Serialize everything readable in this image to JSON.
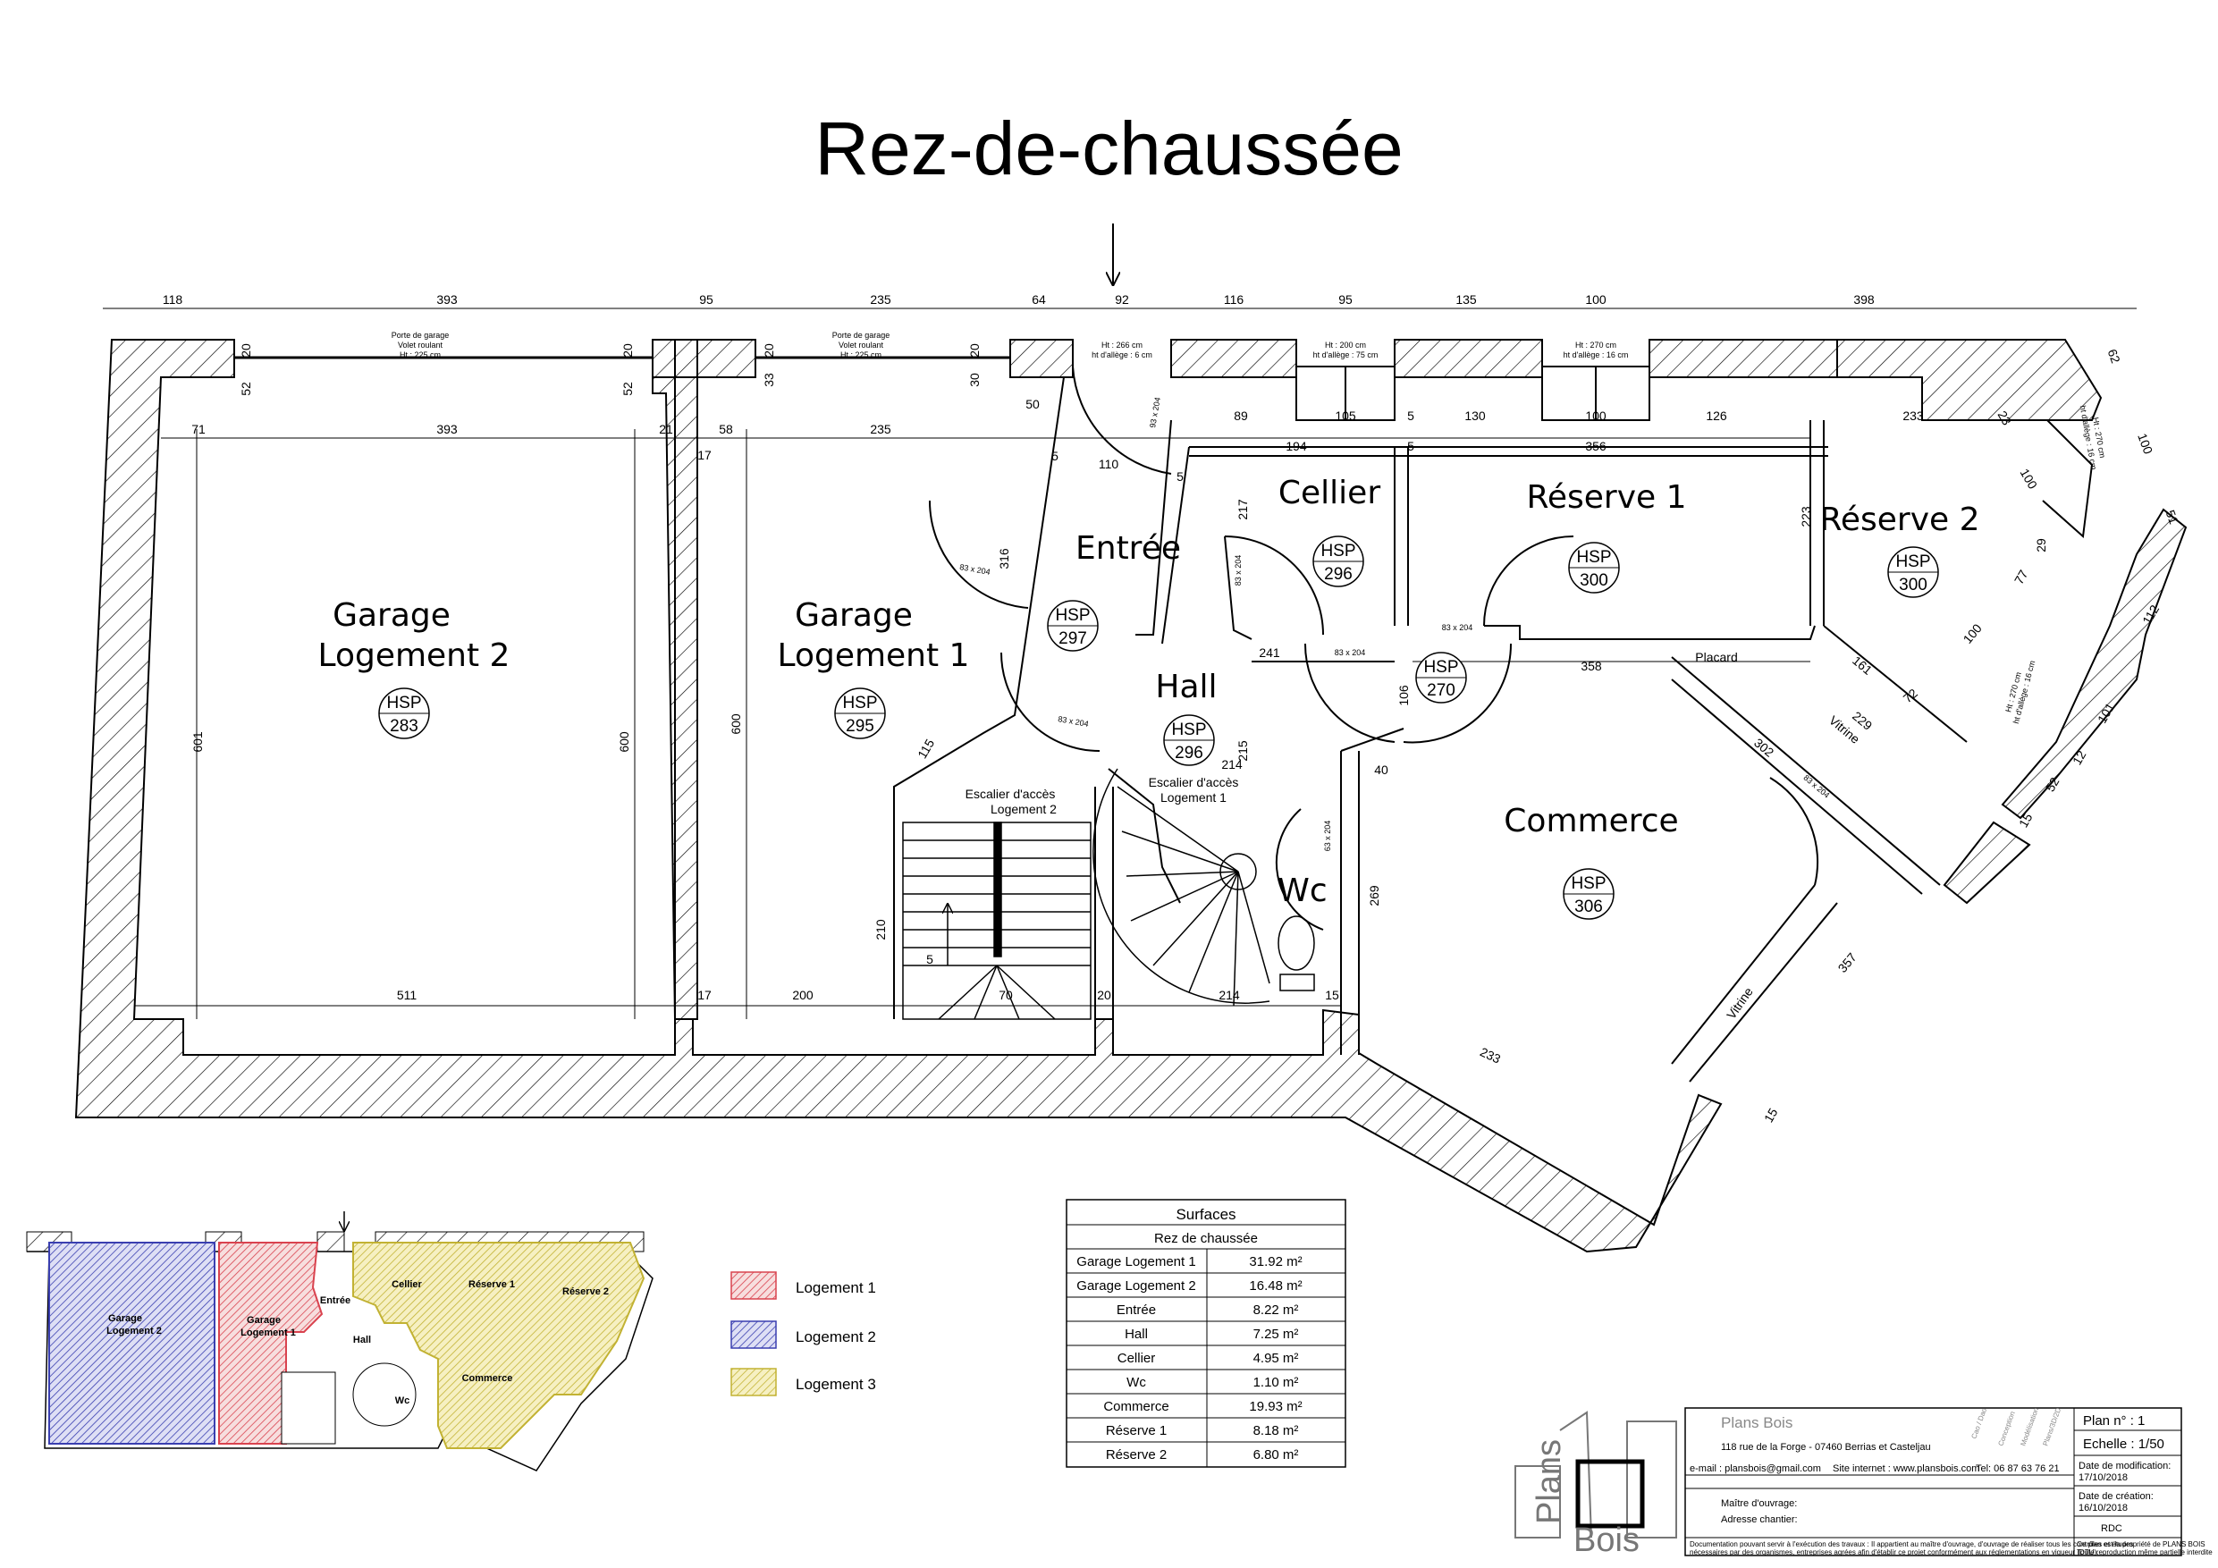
{
  "title": "Rez-de-chaussée",
  "rooms": {
    "garage2": {
      "line1": "Garage",
      "line2": "Logement 2",
      "hsp": "283"
    },
    "garage1": {
      "line1": "Garage",
      "line2": "Logement 1",
      "hsp": "295"
    },
    "entree": {
      "name": "Entrée",
      "hsp": "297"
    },
    "cellier": {
      "name": "Cellier",
      "hsp": "296"
    },
    "reserve1": {
      "name": "Réserve 1",
      "hsp": "300"
    },
    "reserve2": {
      "name": "Réserve 2",
      "hsp": "300"
    },
    "hall": {
      "name": "Hall",
      "hsp": "296"
    },
    "hsp270": {
      "hsp": "270"
    },
    "wc": {
      "name": "Wc"
    },
    "commerce": {
      "name": "Commerce",
      "hsp": "306"
    }
  },
  "hsp_label": "HSP",
  "dims_top": [
    "118",
    "393",
    "95",
    "235",
    "64",
    "92",
    "116",
    "95",
    "135",
    "100",
    "398"
  ],
  "dims_inner": [
    "71",
    "393",
    "21",
    "58",
    "235",
    "89",
    "105",
    "5",
    "130",
    "100",
    "126",
    "233",
    "194",
    "5",
    "356",
    "17"
  ],
  "dims_misc": [
    "20",
    "52",
    "20",
    "52",
    "20",
    "33",
    "30",
    "20",
    "50",
    "5",
    "110",
    "316",
    "217",
    "5",
    "223",
    "601",
    "600",
    "600",
    "83 x 204",
    "83 x 204",
    "83 x 204",
    "83 x 204",
    "83 x 204",
    "83 x 204",
    "93 x 204",
    "63 x 204",
    "241",
    "358",
    "106",
    "215",
    "214",
    "40",
    "269",
    "210",
    "115",
    "5",
    "511",
    "17",
    "200",
    "70",
    "20",
    "214",
    "15",
    "233",
    "357",
    "161",
    "229",
    "302",
    "72",
    "100",
    "77",
    "29",
    "100",
    "23",
    "62",
    "100",
    "51",
    "112",
    "101",
    "52",
    "12",
    "15",
    "15"
  ],
  "openings": {
    "garage2_door": [
      "Porte de garage",
      "Volet roulant",
      "Ht : 225 cm"
    ],
    "garage1_door": [
      "Porte de garage",
      "Volet roulant",
      "Ht : 225 cm"
    ],
    "entry": [
      "Ht : 266 cm",
      "ht d'allège : 6 cm"
    ],
    "cellier_window": [
      "Ht : 200 cm",
      "ht d'allège : 75 cm"
    ],
    "reserve1_window": [
      "Ht : 270 cm",
      "ht d'allège : 16 cm"
    ],
    "reserve2_window": [
      "Ht : 270 cm",
      "ht d'allège : 16 cm"
    ],
    "right_window": [
      "Ht : 270 cm",
      "ht d'allège : 16 cm"
    ]
  },
  "stairs": {
    "logement2": [
      "Escalier d'accès",
      "Logement 2"
    ],
    "logement1": [
      "Escalier d'accès",
      "Logement 1"
    ]
  },
  "labels": {
    "placard": "Placard",
    "vitrine1": "Vitrine",
    "vitrine2": "Vitrine"
  },
  "mini_plan": {
    "garage2": [
      "Garage",
      "Logement 2"
    ],
    "garage1": [
      "Garage",
      "Logement 1"
    ],
    "entree": "Entrée",
    "hall": "Hall",
    "cellier": "Cellier",
    "reserve1": "Réserve 1",
    "reserve2": "Réserve 2",
    "commerce": "Commerce",
    "wc": "Wc"
  },
  "legend": [
    {
      "label": "Logement 1",
      "color": "#d9434f"
    },
    {
      "label": "Logement 2",
      "color": "#3a3fb0"
    },
    {
      "label": "Logement 3",
      "color": "#d8c84a"
    }
  ],
  "surfaces": {
    "title": "Surfaces",
    "subtitle": "Rez de chaussée",
    "rows": [
      {
        "name": "Garage Logement 1",
        "value": "31.92 m²"
      },
      {
        "name": "Garage Logement 2",
        "value": "16.48 m²"
      },
      {
        "name": "Entrée",
        "value": "8.22 m²"
      },
      {
        "name": "Hall",
        "value": "7.25 m²"
      },
      {
        "name": "Cellier",
        "value": "4.95 m²"
      },
      {
        "name": "Wc",
        "value": "1.10 m²"
      },
      {
        "name": "Commerce",
        "value": "19.93 m²"
      },
      {
        "name": "Réserve 1",
        "value": "8.18 m²"
      },
      {
        "name": "Réserve 2",
        "value": "6.80 m²"
      }
    ]
  },
  "title_block": {
    "logo_top": "Plans",
    "logo_bottom": "Bois",
    "company": "Plans Bois",
    "address": "118 rue de la Forge - 07460 Berrias et Casteljau",
    "email": "e-mail : plansbois@gmail.com",
    "site": "Site internet : www.plansbois.com",
    "tel": "Tel: 06 87 63 76 21",
    "services": [
      "Cao / Dao",
      "Conception",
      "Modélisation",
      "Plans/3D/2D"
    ],
    "maitre": "Maître d'ouvrage:",
    "adresse_chantier": "Adresse chantier:",
    "disclaimer1": "Documentation pouvant servir à l'exécution des travaux : Il appartient au maître d'ouvrage, d'ouvrage de réaliser tous les contrôles et études",
    "disclaimer2": "nécessaires par des organismes, entreprises agrées afin d'établir ce projet conformément aux réglementations en vigueur (DTU).",
    "plan_no": "Plan n° : 1",
    "echelle": "Echelle : 1/50",
    "date_mod_label": "Date de modification:",
    "date_mod": "17/10/2018",
    "date_cre_label": "Date de création:",
    "date_cre": "16/10/2018",
    "level": "RDC",
    "copyright1": "Ce plan est la propriété de PLANS BOIS",
    "copyright2": "Toute reproduction même partielle interdite"
  }
}
